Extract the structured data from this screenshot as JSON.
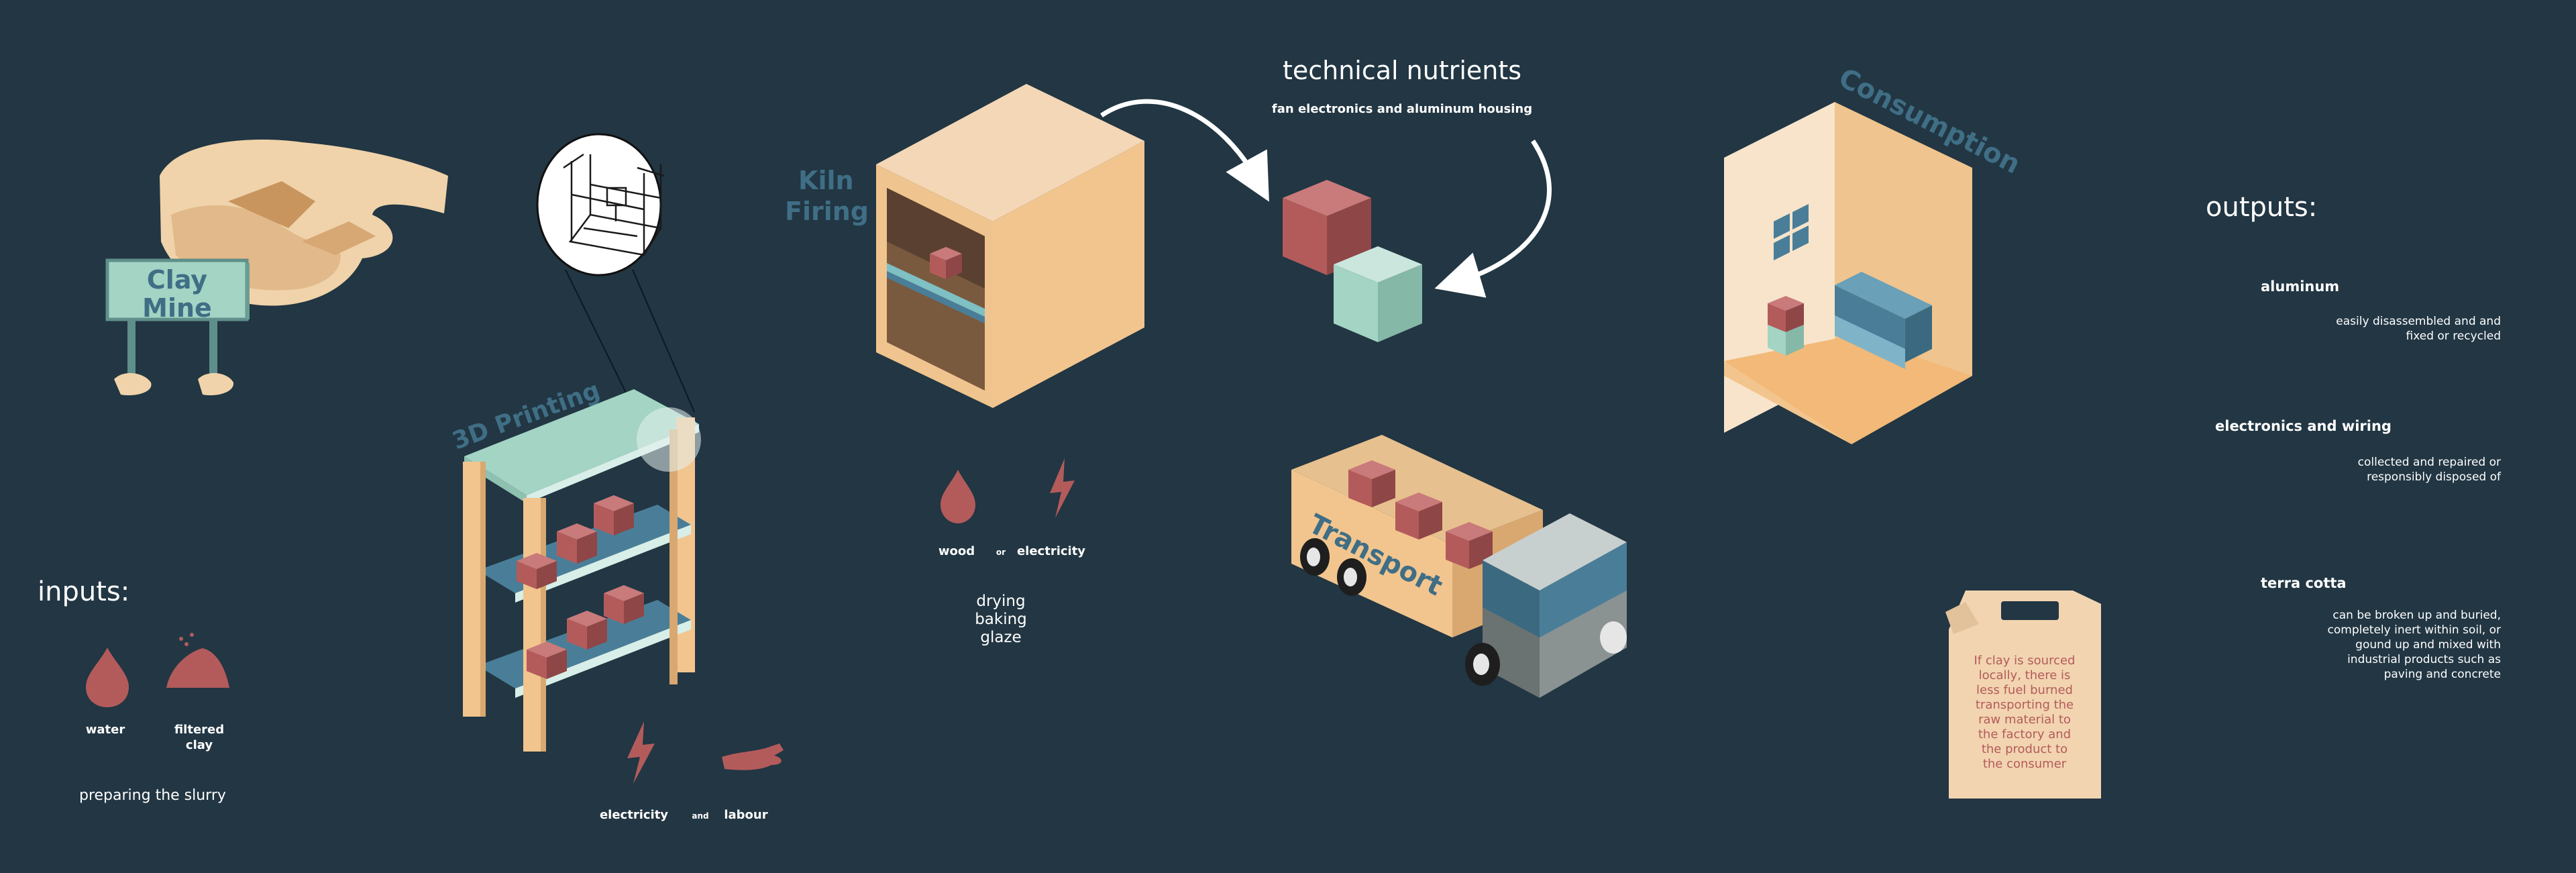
{
  "colors": {
    "background": "#223643",
    "stage_label": "#3f6e85",
    "peach": "#f2c58f",
    "mint": "#a3d4c4",
    "clay_red": "#b35b5b",
    "steel_blue": "#4a7e98"
  },
  "stages": {
    "clay_mine": {
      "line1": "Clay",
      "line2": "Mine"
    },
    "printing": "3D Printing",
    "kiln": {
      "line1": "Kiln",
      "line2": "Firing"
    },
    "transport": "Transport",
    "consumption": "Consumption"
  },
  "inputs": {
    "heading": "inputs:",
    "items": [
      {
        "label": "water",
        "icon": "water-drop-icon"
      },
      {
        "label": "filtered",
        "label2": "clay",
        "icon": "clay-pile-icon"
      }
    ],
    "caption": "preparing the slurry"
  },
  "printing_inputs": {
    "electricity": "electricity",
    "connector": "and",
    "labour": "labour",
    "icons": [
      "lightning-icon",
      "hand-icon"
    ]
  },
  "kiln_inputs": {
    "wood": "wood",
    "connector": "or",
    "electricity": "electricity",
    "icons": [
      "flame-drop-icon",
      "lightning-icon"
    ],
    "steps": [
      "drying",
      "baking",
      "glaze"
    ]
  },
  "technical_nutrients": {
    "title": "technical nutrients",
    "subtitle": "fan electronics and aluminum housing"
  },
  "outputs": {
    "heading": "outputs:",
    "items": [
      {
        "title": "aluminum",
        "desc": [
          "easily disassembled and and",
          "fixed or recycled"
        ]
      },
      {
        "title": "electronics and wiring",
        "desc": [
          "collected and repaired or",
          "responsibly disposed of"
        ]
      },
      {
        "title": "terra cotta",
        "desc": [
          "can be broken up and buried,",
          "completely inert within soil, or",
          "gound up and mixed with",
          "industrial products such as",
          "paving and concrete"
        ]
      }
    ]
  },
  "fuel_note": [
    "If clay is sourced",
    "locally, there is",
    "less fuel burned",
    "transporting the",
    "raw material to",
    "the factory and",
    "the product to",
    "the consumer"
  ]
}
